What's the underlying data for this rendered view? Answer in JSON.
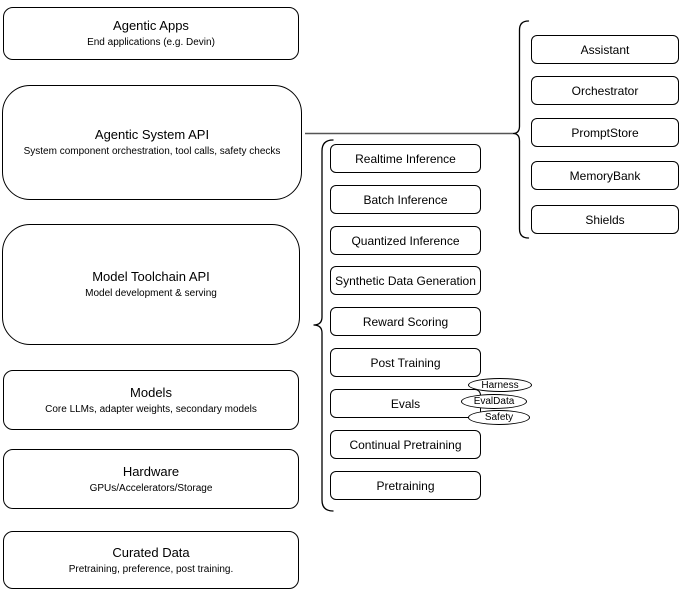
{
  "diagram": {
    "left_stack": [
      {
        "title": "Agentic Apps",
        "subtitle": "End applications (e.g. Devin)"
      },
      {
        "title": "Agentic System API",
        "subtitle": "System component orchestration, tool calls, safety checks"
      },
      {
        "title": "Model Toolchain API",
        "subtitle": "Model development & serving"
      },
      {
        "title": "Models",
        "subtitle": "Core LLMs, adapter weights, secondary models"
      },
      {
        "title": "Hardware",
        "subtitle": "GPUs/Accelerators/Storage"
      },
      {
        "title": "Curated Data",
        "subtitle": "Pretraining, preference, post training."
      }
    ],
    "toolchain_items": [
      "Realtime Inference",
      "Batch Inference",
      "Quantized Inference",
      "Synthetic Data Generation",
      "Reward Scoring",
      "Post Training",
      "Evals",
      "Continual Pretraining",
      "Pretraining"
    ],
    "eval_tags": [
      "Harness",
      "EvalData",
      "Safety"
    ],
    "system_components": [
      "Assistant",
      "Orchestrator",
      "PromptStore",
      "MemoryBank",
      "Shields"
    ],
    "colors": {
      "stroke": "#000000",
      "fill": "#ffffff",
      "text": "#000000",
      "connector": "#555555"
    }
  }
}
